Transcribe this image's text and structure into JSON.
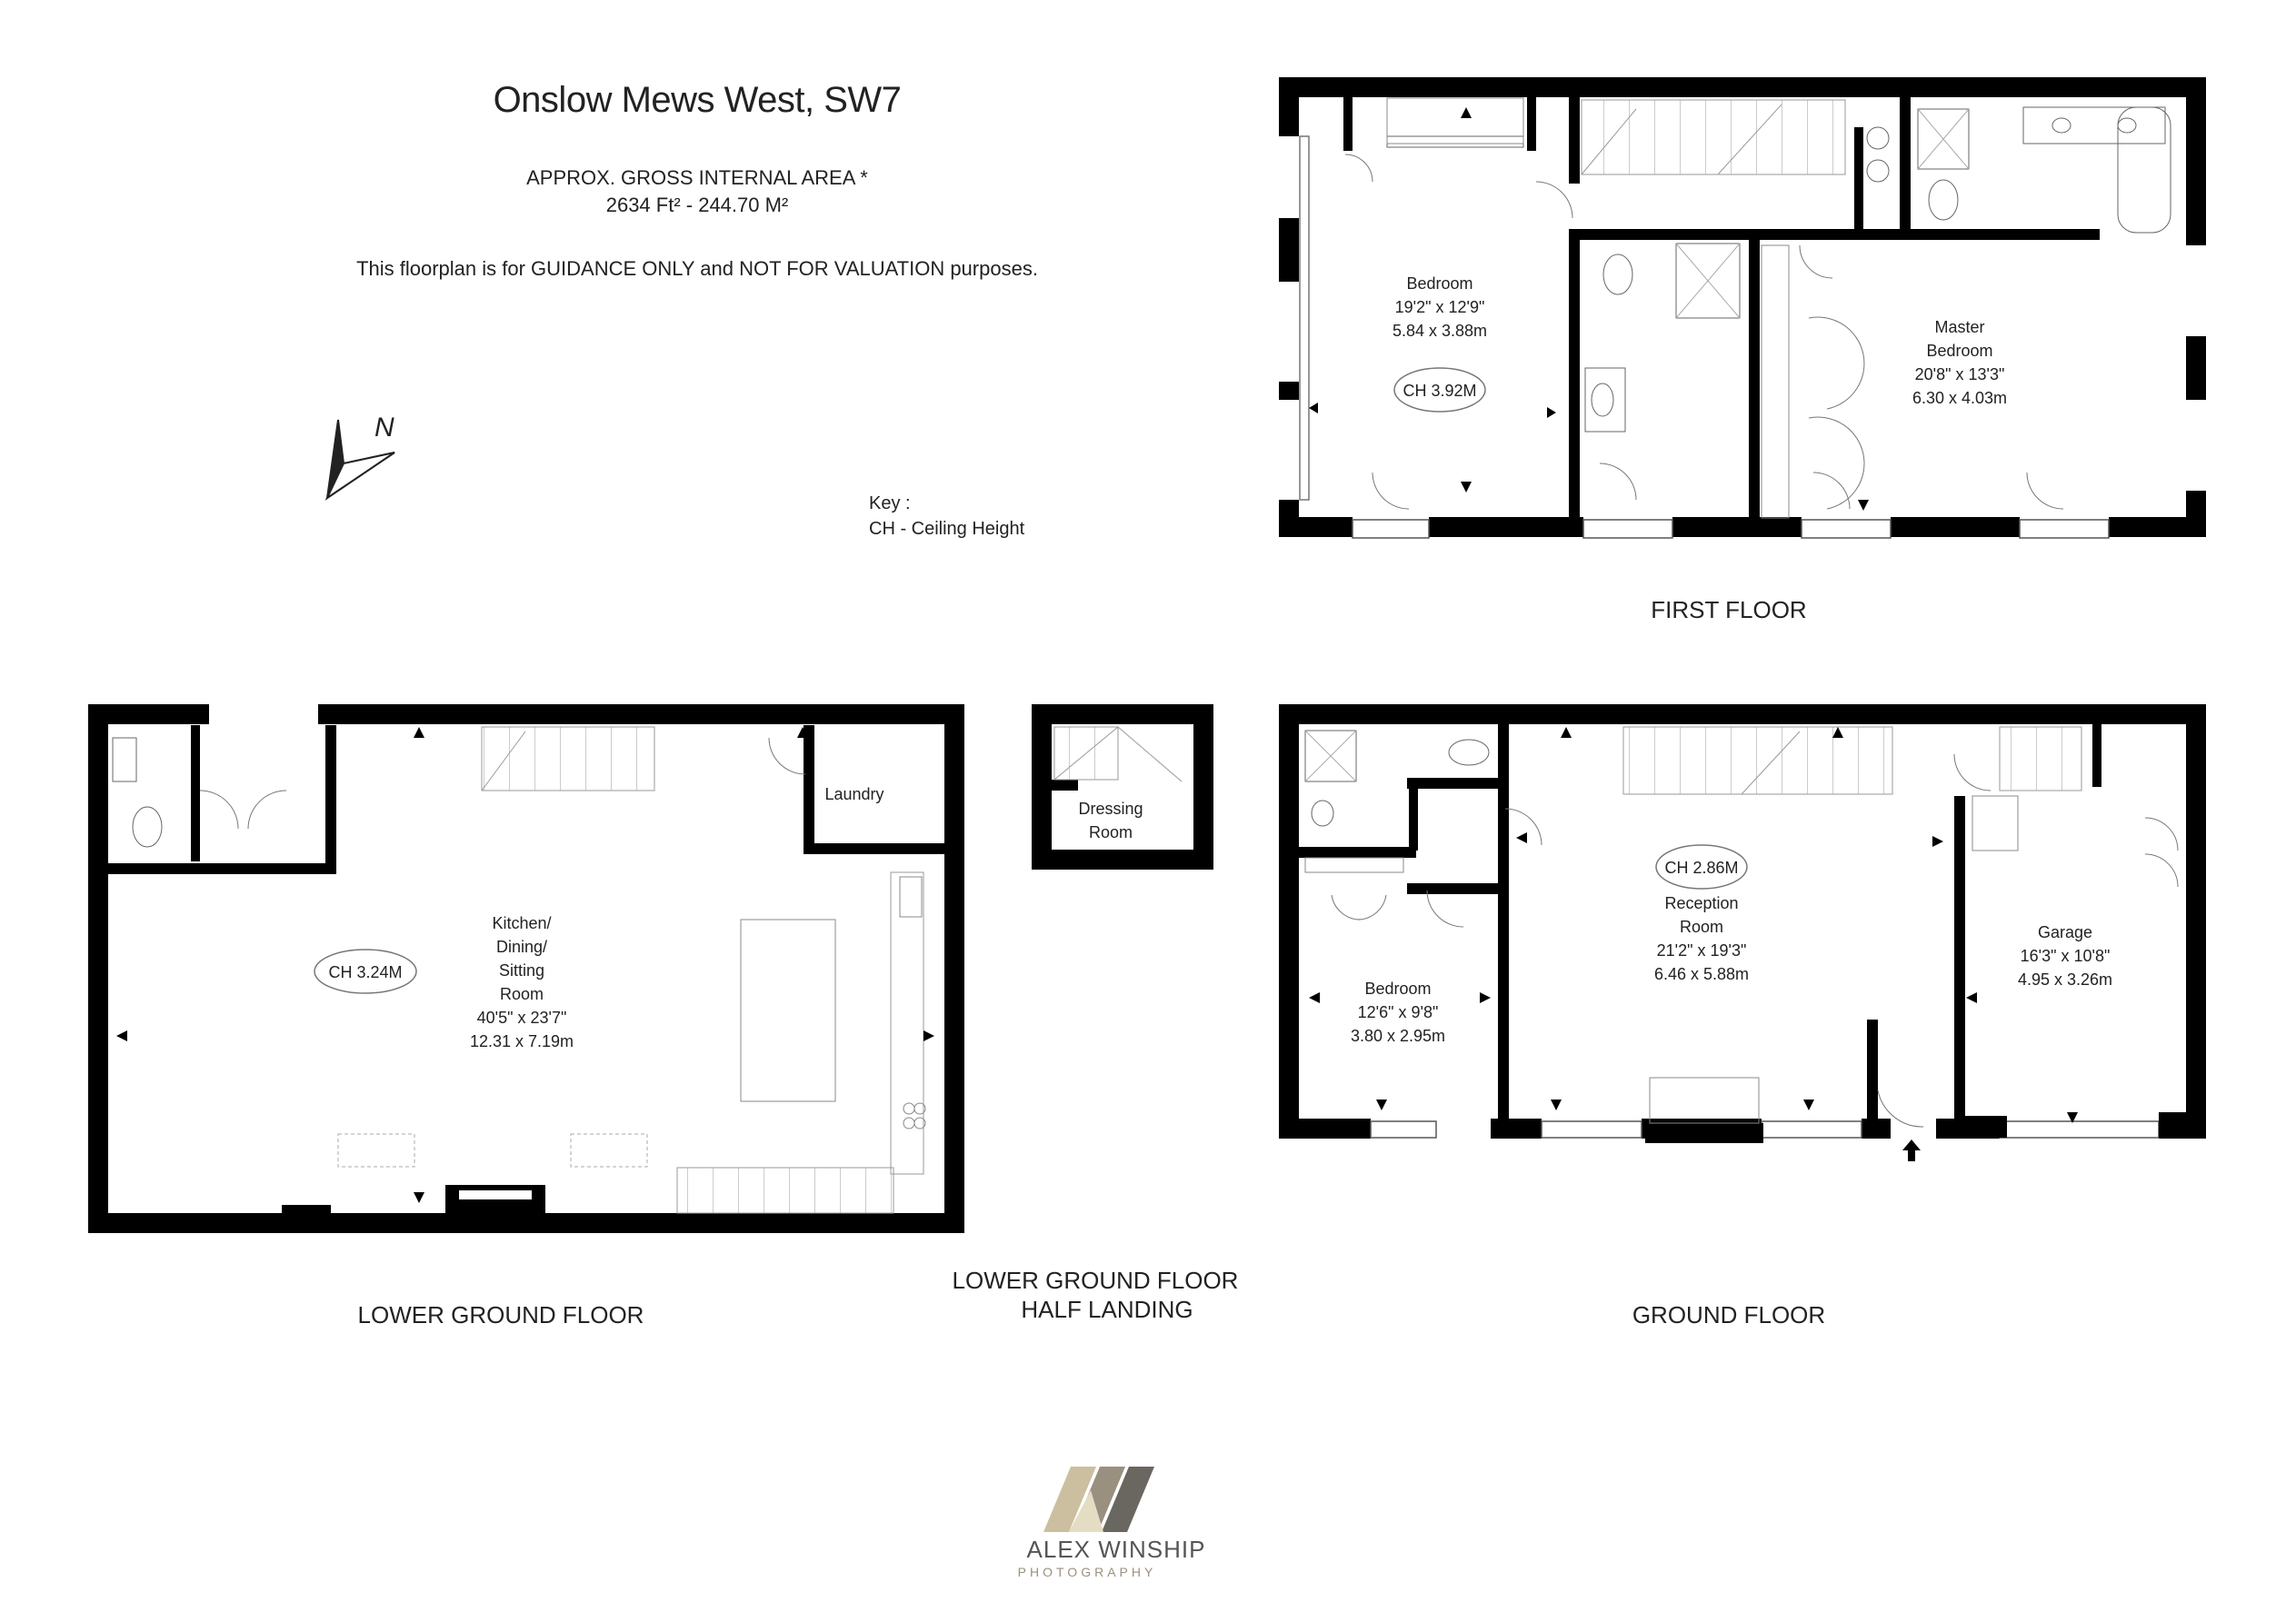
{
  "header": {
    "title": "Onslow Mews West, SW7",
    "area_label": "APPROX. GROSS INTERNAL  AREA *",
    "area_value": "2634 Ft² - 244.70 M²",
    "disclaimer": "This floorplan is for GUIDANCE ONLY and NOT FOR VALUATION purposes."
  },
  "compass": {
    "label": "N"
  },
  "key": {
    "title": "Key :",
    "item": "CH - Ceiling Height"
  },
  "floors": {
    "first": "FIRST FLOOR",
    "lower_ground": "LOWER GROUND FLOOR",
    "half_landing_1": "LOWER GROUND FLOOR",
    "half_landing_2": "HALF LANDING",
    "ground": "GROUND FLOOR"
  },
  "rooms": {
    "ff_bedroom": {
      "name": "Bedroom",
      "imperial": "19'2\" x 12'9\"",
      "metric": "5.84 x 3.88m",
      "ch": "CH 3.92M"
    },
    "ff_master": {
      "name1": "Master",
      "name2": "Bedroom",
      "imperial": "20'8\" x 13'3\"",
      "metric": "6.30 x 4.03m"
    },
    "lg_kitchen": {
      "name1": "Kitchen/",
      "name2": "Dining/",
      "name3": "Sitting",
      "name4": "Room",
      "imperial": "40'5\" x 23'7\"",
      "metric": "12.31 x 7.19m",
      "ch": "CH 3.24M"
    },
    "lg_laundry": {
      "name": "Laundry"
    },
    "hl_dressing": {
      "name1": "Dressing",
      "name2": "Room"
    },
    "gf_bedroom": {
      "name": "Bedroom",
      "imperial": "12'6\" x 9'8\"",
      "metric": "3.80 x 2.95m"
    },
    "gf_reception": {
      "name1": "Reception",
      "name2": "Room",
      "imperial": "21'2\" x 19'3\"",
      "metric": "6.46 x 5.88m",
      "ch": "CH 2.86M"
    },
    "gf_garage": {
      "name": "Garage",
      "imperial": "16'3\" x 10'8\"",
      "metric": "4.95 x 3.26m"
    }
  },
  "logo": {
    "name": "ALEX WINSHIP",
    "sub": "PHOTOGRAPHY"
  }
}
